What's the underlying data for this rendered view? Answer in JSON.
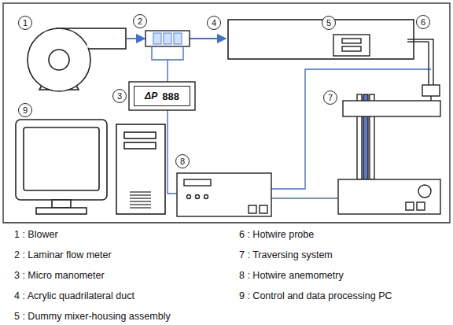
{
  "diagram": {
    "nodes": [
      {
        "text": [
          "ΔP",
          "888"
        ]
      }
    ],
    "labels": [
      "1",
      "2",
      "3",
      "4",
      "5",
      "6",
      "7",
      "8",
      "9",
      "1 : Blower",
      "2 : Laminar flow meter",
      "3 : Micro manometer",
      "4 : Acrylic quadrilateral duct",
      "5 : Dummy mixer-housing assembly",
      "6 : Hotwire probe",
      "7 : Traversing system",
      "8 : Hotwire anemometry",
      "9 : Control and data processing PC"
    ]
  }
}
